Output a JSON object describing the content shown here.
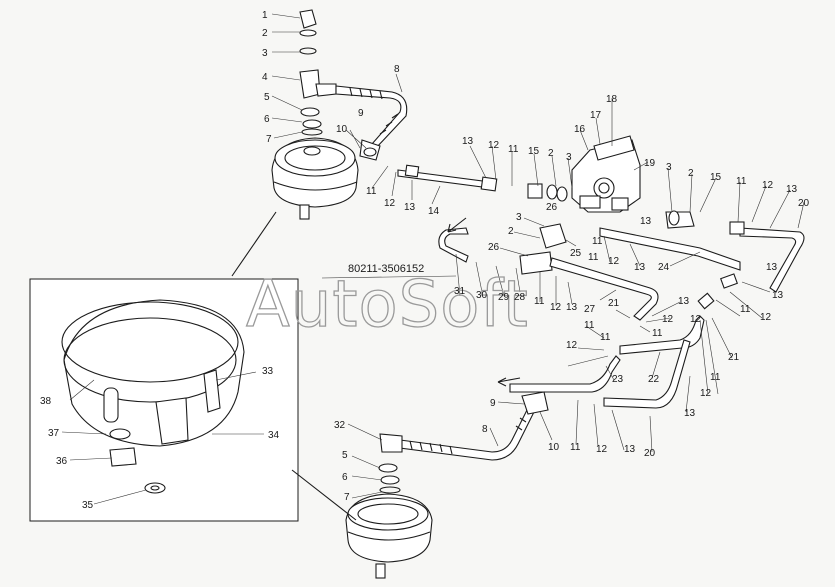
{
  "part_code": "80211-3506152",
  "watermark": "AutoSoft",
  "colors": {
    "ink": "#1c1c1c",
    "paper": "#f7f7f5",
    "watermark": "#9a9a9a"
  },
  "callouts": [
    "1",
    "2",
    "3",
    "4",
    "5",
    "6",
    "7",
    "8",
    "9",
    "10",
    "11",
    "12",
    "13",
    "14",
    "13",
    "12",
    "11",
    "15",
    "2",
    "3",
    "26",
    "16",
    "17",
    "18",
    "19",
    "3",
    "2",
    "15",
    "11",
    "12",
    "13",
    "20",
    "2",
    "3",
    "26",
    "25",
    "11",
    "12",
    "13",
    "24",
    "31",
    "30",
    "29",
    "28",
    "11",
    "12",
    "13",
    "27",
    "21",
    "13",
    "11",
    "12",
    "11",
    "21",
    "12",
    "11",
    "13",
    "12",
    "23",
    "22",
    "11",
    "12",
    "13",
    "20",
    "9",
    "8",
    "10",
    "11",
    "12",
    "13",
    "32",
    "5",
    "6",
    "7",
    "38",
    "33",
    "37",
    "34",
    "36",
    "35",
    "11",
    "13",
    "12",
    "13",
    "11"
  ]
}
